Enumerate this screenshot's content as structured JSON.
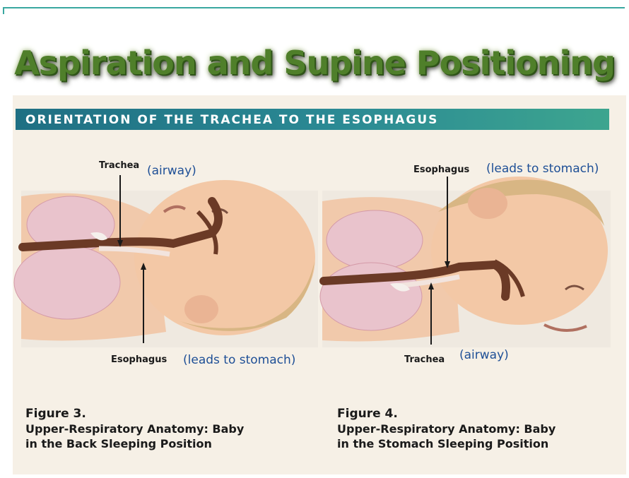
{
  "title": "Aspiration and Supine Positioning",
  "banner": "ORIENTATION OF THE TRACHEA TO THE ESOPHAGUS",
  "figure3": {
    "trachea_label": "Trachea",
    "trachea_note": "(airway)",
    "esophagus_label": "Esophagus",
    "esophagus_note": "(leads to stomach)",
    "caption_number": "Figure 3.",
    "caption_line1": "Upper-Respiratory Anatomy: Baby",
    "caption_line2": "in the Back Sleeping Position"
  },
  "figure4": {
    "esophagus_label": "Esophagus",
    "esophagus_note": "(leads to stomach)",
    "trachea_label": "Trachea",
    "trachea_note": "(airway)",
    "caption_number": "Figure 4.",
    "caption_line1": "Upper-Respiratory Anatomy: Baby",
    "caption_line2": "in the Stomach Sleeping Position"
  },
  "colors": {
    "title_green": "#4f7f2a",
    "banner_teal": "#2b8a94",
    "note_blue": "#1e4f96",
    "skin": "#f3c8a6",
    "hair": "#d8b684",
    "lung_pink": "#e8c0c8",
    "passage_brown": "#6b3a26"
  }
}
